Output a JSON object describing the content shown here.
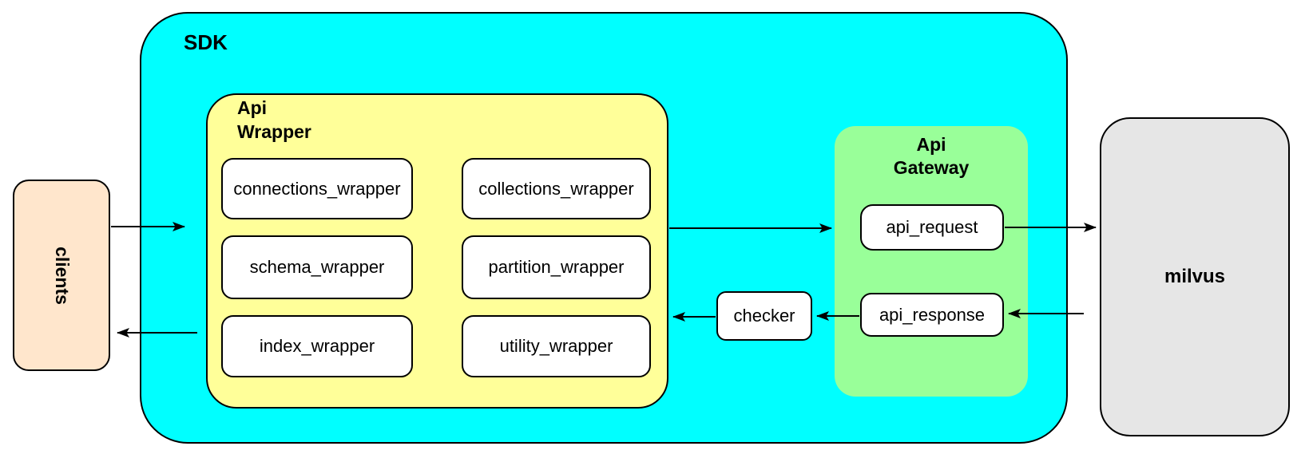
{
  "containers": {
    "sdk": {
      "label": "SDK",
      "fill": "#00FFFF"
    },
    "api_wrapper": {
      "label_line1": "Api",
      "label_line2": "Wrapper",
      "fill": "#FFFF99"
    },
    "api_gateway": {
      "label_line1": "Api",
      "label_line2": "Gateway",
      "fill": "#99FF99"
    }
  },
  "nodes": {
    "clients": {
      "label": "clients",
      "fill": "#FFE6CC"
    },
    "milvus": {
      "label": "milvus",
      "fill": "#E6E6E6"
    },
    "checker": {
      "label": "checker",
      "fill": "#FFFFFF"
    },
    "api_request": {
      "label": "api_request",
      "fill": "#FFFFFF"
    },
    "api_response": {
      "label": "api_response",
      "fill": "#FFFFFF"
    },
    "wrappers": [
      {
        "label": "connections_wrapper"
      },
      {
        "label": "collections_wrapper"
      },
      {
        "label": "schema_wrapper"
      },
      {
        "label": "partition_wrapper"
      },
      {
        "label": "index_wrapper"
      },
      {
        "label": "utility_wrapper"
      }
    ]
  },
  "edges": [
    {
      "from": "clients",
      "to": "sdk",
      "direction": "right"
    },
    {
      "from": "sdk",
      "to": "clients",
      "direction": "left"
    },
    {
      "from": "api_wrapper",
      "to": "api_gateway",
      "direction": "right"
    },
    {
      "from": "api_request",
      "to": "milvus",
      "direction": "right"
    },
    {
      "from": "milvus",
      "to": "api_response",
      "direction": "left"
    },
    {
      "from": "api_response",
      "to": "checker",
      "direction": "left"
    },
    {
      "from": "checker",
      "to": "api_wrapper",
      "direction": "left"
    }
  ],
  "colors": {
    "stroke": "#000000",
    "node_fill": "#FFFFFF",
    "background": "#FFFFFF"
  }
}
